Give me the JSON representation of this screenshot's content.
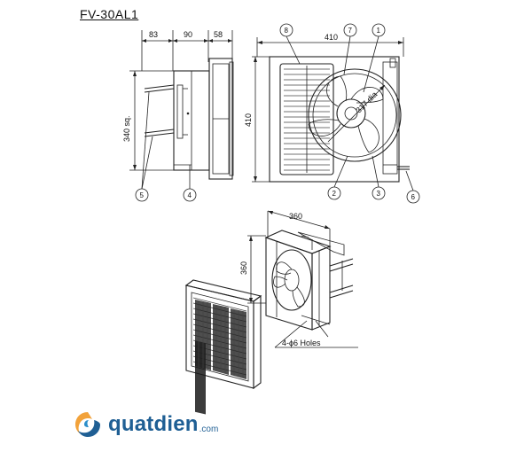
{
  "model": "FV-30AL1",
  "side_view": {
    "dims": {
      "d1": "83",
      "d2": "90",
      "d3": "58",
      "height": "340 sq."
    },
    "callouts": {
      "c5": "5",
      "c4": "4"
    }
  },
  "front_view": {
    "dims": {
      "width": "410",
      "height": "410",
      "fan_dia": "317 dia"
    },
    "callouts": {
      "c8": "8",
      "c7": "7",
      "c1": "1",
      "c2": "2",
      "c3": "3",
      "c6": "6"
    }
  },
  "iso_view": {
    "dims": {
      "width": "360",
      "height": "360"
    },
    "note": "4-ϕ6 Holes"
  },
  "brand": {
    "name": "quatdien",
    "tld": ".com",
    "colors": {
      "primary": "#1f5f94",
      "accent": "#f2a23a"
    }
  }
}
